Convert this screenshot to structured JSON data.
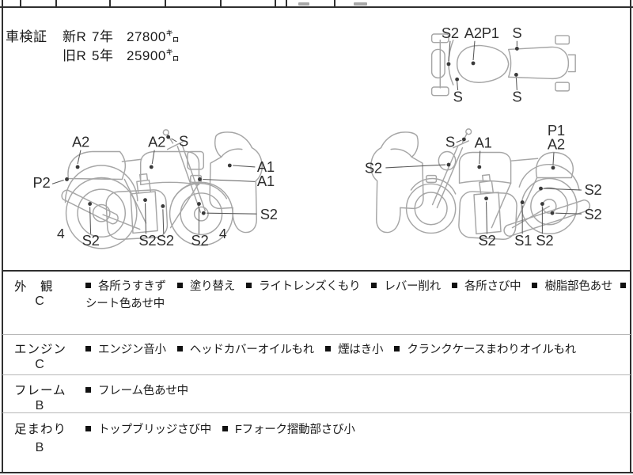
{
  "header": {
    "shaken_title": "車検証",
    "rows": [
      {
        "reg": "新R",
        "year": "7年",
        "distance": "27800㌔"
      },
      {
        "reg": "旧R",
        "year": "5年",
        "distance": "25900㌔"
      }
    ]
  },
  "diagram": {
    "top_view_labels": [
      "S2",
      "A2P1",
      "S",
      "S",
      "S"
    ],
    "left_bike_labels": [
      "A2",
      "A2",
      "S",
      "P2",
      "A1",
      "A1",
      "S2",
      "4",
      "S2",
      "S2",
      "S2",
      "S2",
      "4"
    ],
    "right_bike_labels": [
      "S",
      "A1",
      "P1",
      "A2",
      "S2",
      "S2",
      "S2",
      "S2",
      "S1",
      "S2"
    ]
  },
  "inspection": {
    "rows": [
      {
        "label": "外　観",
        "grade": "C",
        "items": [
          "各所うすきず",
          "塗り替え",
          "ライトレンズくもり",
          "レバー削れ",
          "各所さび中",
          "樹脂部色あせ",
          "シート色あせ中"
        ]
      },
      {
        "label": "エンジン",
        "grade": "C",
        "items": [
          "エンジン音小",
          "ヘッドカバーオイルもれ",
          "煙はき小",
          "クランクケースまわりオイルもれ"
        ]
      },
      {
        "label": "フレーム",
        "grade": "B",
        "items": [
          "フレーム色あせ中"
        ]
      },
      {
        "label": "足まわり",
        "grade": "B",
        "items": [
          "トップブリッジさび中",
          "Fフォーク摺動部さび小"
        ]
      }
    ]
  },
  "icons": {
    "item_bullet": "black-square"
  },
  "colors": {
    "frame_line": "#2f2f2f",
    "divider": "#b8b8b8",
    "sketch": "#a6a6a6",
    "label_text": "#2e2e2e"
  }
}
